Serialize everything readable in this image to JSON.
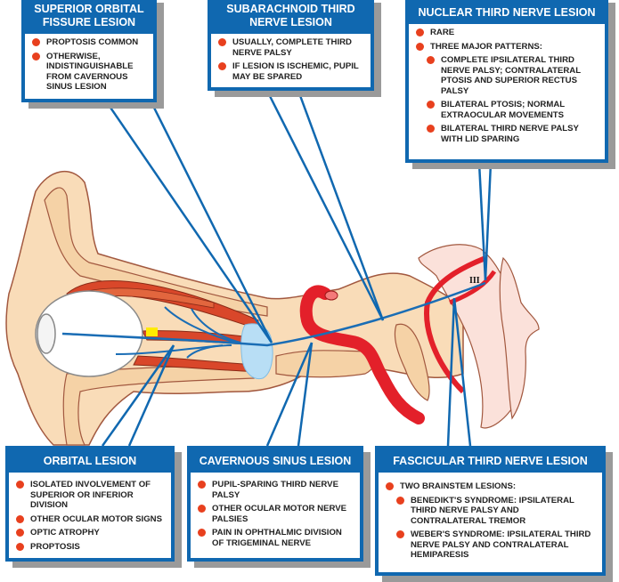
{
  "title": "Third Nerve Lesion Localization",
  "colors": {
    "callout_blue": "#1068b0",
    "bullet_red": "#e8401e",
    "shadow_gray": "#9a9a9a",
    "bone": "#f9dcb8",
    "muscle": "#d9472a",
    "artery": "#e3202a",
    "nerve": "#1a6db5",
    "sinus": "#b8def5",
    "brainstem": "#fbe1da"
  },
  "labels": {
    "cranial_nerve_numeral": "III"
  },
  "boxes": {
    "superior_orbital": {
      "title": "SUPERIOR ORBITAL FISSURE LESION",
      "items": [
        {
          "text": "PROPTOSIS COMMON"
        },
        {
          "text": "OTHERWISE, INDISTINGUISHABLE FROM CAVERNOUS SINUS LESION"
        }
      ]
    },
    "subarachnoid": {
      "title": "SUBARACHNOID THIRD NERVE LESION",
      "items": [
        {
          "text": "USUALLY, COMPLETE THIRD NERVE PALSY"
        },
        {
          "text": "IF LESION IS ISCHEMIC, PUPIL MAY BE SPARED"
        }
      ]
    },
    "nuclear": {
      "title": "NUCLEAR THIRD NERVE LESION",
      "items": [
        {
          "text": "RARE"
        },
        {
          "text": "THREE MAJOR PATTERNS:"
        },
        {
          "text": "COMPLETE IPSILATERAL THIRD NERVE PALSY; CONTRALATERAL PTOSIS AND SUPERIOR RECTUS PALSY"
        },
        {
          "text": "BILATERAL PTOSIS; NORMAL EXTRAOCULAR MOVEMENTS"
        },
        {
          "text": "BILATERAL THIRD NERVE PALSY WITH LID SPARING"
        }
      ]
    },
    "orbital": {
      "title": "ORBITAL LESION",
      "items": [
        {
          "text": "ISOLATED INVOLVEMENT OF SUPERIOR OR INFERIOR DIVISION"
        },
        {
          "text": "OTHER OCULAR MOTOR SIGNS"
        },
        {
          "text": "OPTIC ATROPHY"
        },
        {
          "text": "PROPTOSIS"
        }
      ]
    },
    "cavernous": {
      "title": "CAVERNOUS SINUS LESION",
      "items": [
        {
          "text": "PUPIL-SPARING THIRD NERVE PALSY"
        },
        {
          "text": "OTHER OCULAR MOTOR NERVE PALSIES"
        },
        {
          "text": "PAIN IN OPHTHALMIC DIVISION OF TRIGEMINAL NERVE"
        }
      ]
    },
    "fascicular": {
      "title": "FASCICULAR THIRD NERVE LESION",
      "items": [
        {
          "text": "TWO BRAINSTEM LESIONS:"
        },
        {
          "text": "BENEDIKT'S SYNDROME: IPSILATERAL THIRD NERVE PALSY AND CONTRALATERAL TREMOR"
        },
        {
          "text": "WEBER'S SYNDROME: IPSILATERAL THIRD NERVE PALSY AND CONTRALATERAL HEMIPARESIS"
        }
      ]
    }
  }
}
